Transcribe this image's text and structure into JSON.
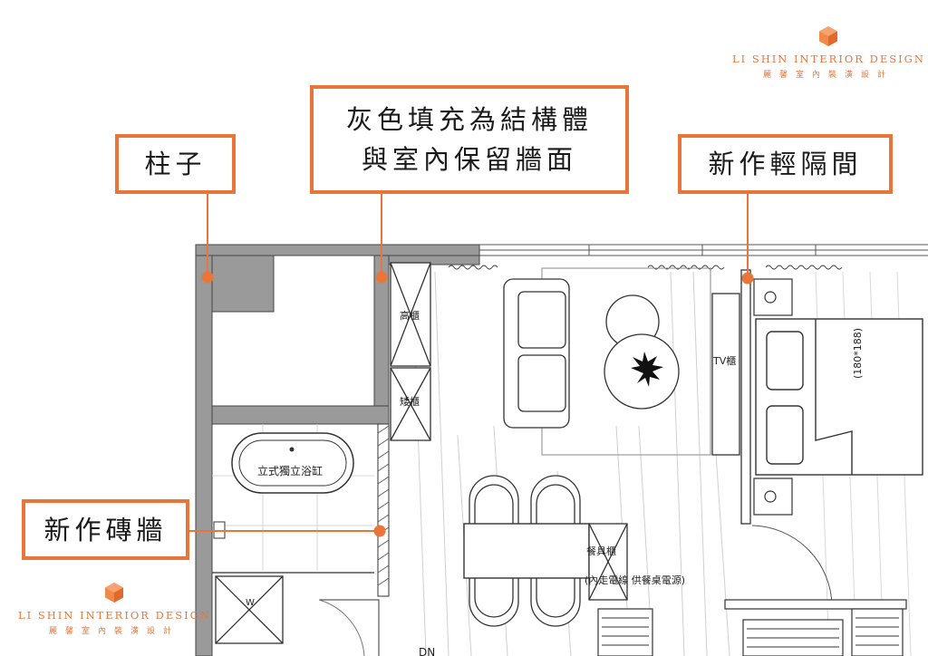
{
  "callouts": {
    "pillar": "柱子",
    "structure_line1": "灰色填充為結構體",
    "structure_line2": "與室內保留牆面",
    "partition": "新作輕隔間",
    "brick_wall": "新作磚牆"
  },
  "plan_labels": {
    "tall_cabinet": "高櫃",
    "low_cabinet": "矮櫃",
    "bathtub": "立式獨立浴缸",
    "tv_cabinet": "TV櫃",
    "bed_size": "(180*188)",
    "dish_cabinet": "餐具櫃",
    "dining_note": "(內走電線 供餐桌電源)",
    "shower": "W",
    "stair_down": "DN"
  },
  "brand": {
    "name_en": "LI SHIN INTERIOR DESIGN",
    "name_zh": "麗馨室內裝潢設計"
  },
  "colors": {
    "accent": "#E8763A",
    "structure": "#9a9a9a",
    "line": "#333333"
  },
  "icons": {
    "logo": "hexagon-cube-icon"
  }
}
